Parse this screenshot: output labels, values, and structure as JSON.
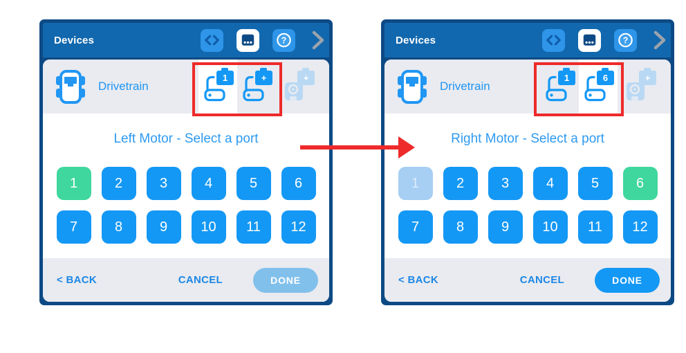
{
  "annotation": {
    "color": "#ee2a2a"
  },
  "colors": {
    "panel_border": "#0d4a85",
    "header_bg": "#1268ae",
    "row_bg": "#e9ebf0",
    "port_available": "#1498f5",
    "port_selected": "#3fd79d",
    "port_disabled": "#a7cef3",
    "accent_text": "#2e9af0"
  },
  "icons": {
    "help_glyph": "?"
  },
  "panels": [
    {
      "header": {
        "title": "Devices"
      },
      "device_row": {
        "label": "Drivetrain",
        "tabs": [
          {
            "badge": "1",
            "selected": true
          },
          {
            "badge": "+",
            "selected": false
          },
          {
            "badge": "+",
            "selected": false,
            "faded": true
          }
        ]
      },
      "title": "Left Motor - Select a port",
      "ports": [
        {
          "label": "1",
          "state": "selected"
        },
        {
          "label": "2",
          "state": "available"
        },
        {
          "label": "3",
          "state": "available"
        },
        {
          "label": "4",
          "state": "available"
        },
        {
          "label": "5",
          "state": "available"
        },
        {
          "label": "6",
          "state": "available"
        },
        {
          "label": "7",
          "state": "available"
        },
        {
          "label": "8",
          "state": "available"
        },
        {
          "label": "9",
          "state": "available"
        },
        {
          "label": "10",
          "state": "available"
        },
        {
          "label": "11",
          "state": "available"
        },
        {
          "label": "12",
          "state": "available"
        }
      ],
      "footer": {
        "back_label": "< BACK",
        "cancel_label": "CANCEL",
        "done_label": "DONE",
        "done_enabled": false
      }
    },
    {
      "header": {
        "title": "Devices"
      },
      "device_row": {
        "label": "Drivetrain",
        "tabs": [
          {
            "badge": "1",
            "selected": false
          },
          {
            "badge": "6",
            "selected": true
          },
          {
            "badge": "+",
            "selected": false,
            "faded": true
          }
        ]
      },
      "title": "Right Motor - Select a port",
      "ports": [
        {
          "label": "1",
          "state": "disabled"
        },
        {
          "label": "2",
          "state": "available"
        },
        {
          "label": "3",
          "state": "available"
        },
        {
          "label": "4",
          "state": "available"
        },
        {
          "label": "5",
          "state": "available"
        },
        {
          "label": "6",
          "state": "selected"
        },
        {
          "label": "7",
          "state": "available"
        },
        {
          "label": "8",
          "state": "available"
        },
        {
          "label": "9",
          "state": "available"
        },
        {
          "label": "10",
          "state": "available"
        },
        {
          "label": "11",
          "state": "available"
        },
        {
          "label": "12",
          "state": "available"
        }
      ],
      "footer": {
        "back_label": "< BACK",
        "cancel_label": "CANCEL",
        "done_label": "DONE",
        "done_enabled": true
      }
    }
  ]
}
